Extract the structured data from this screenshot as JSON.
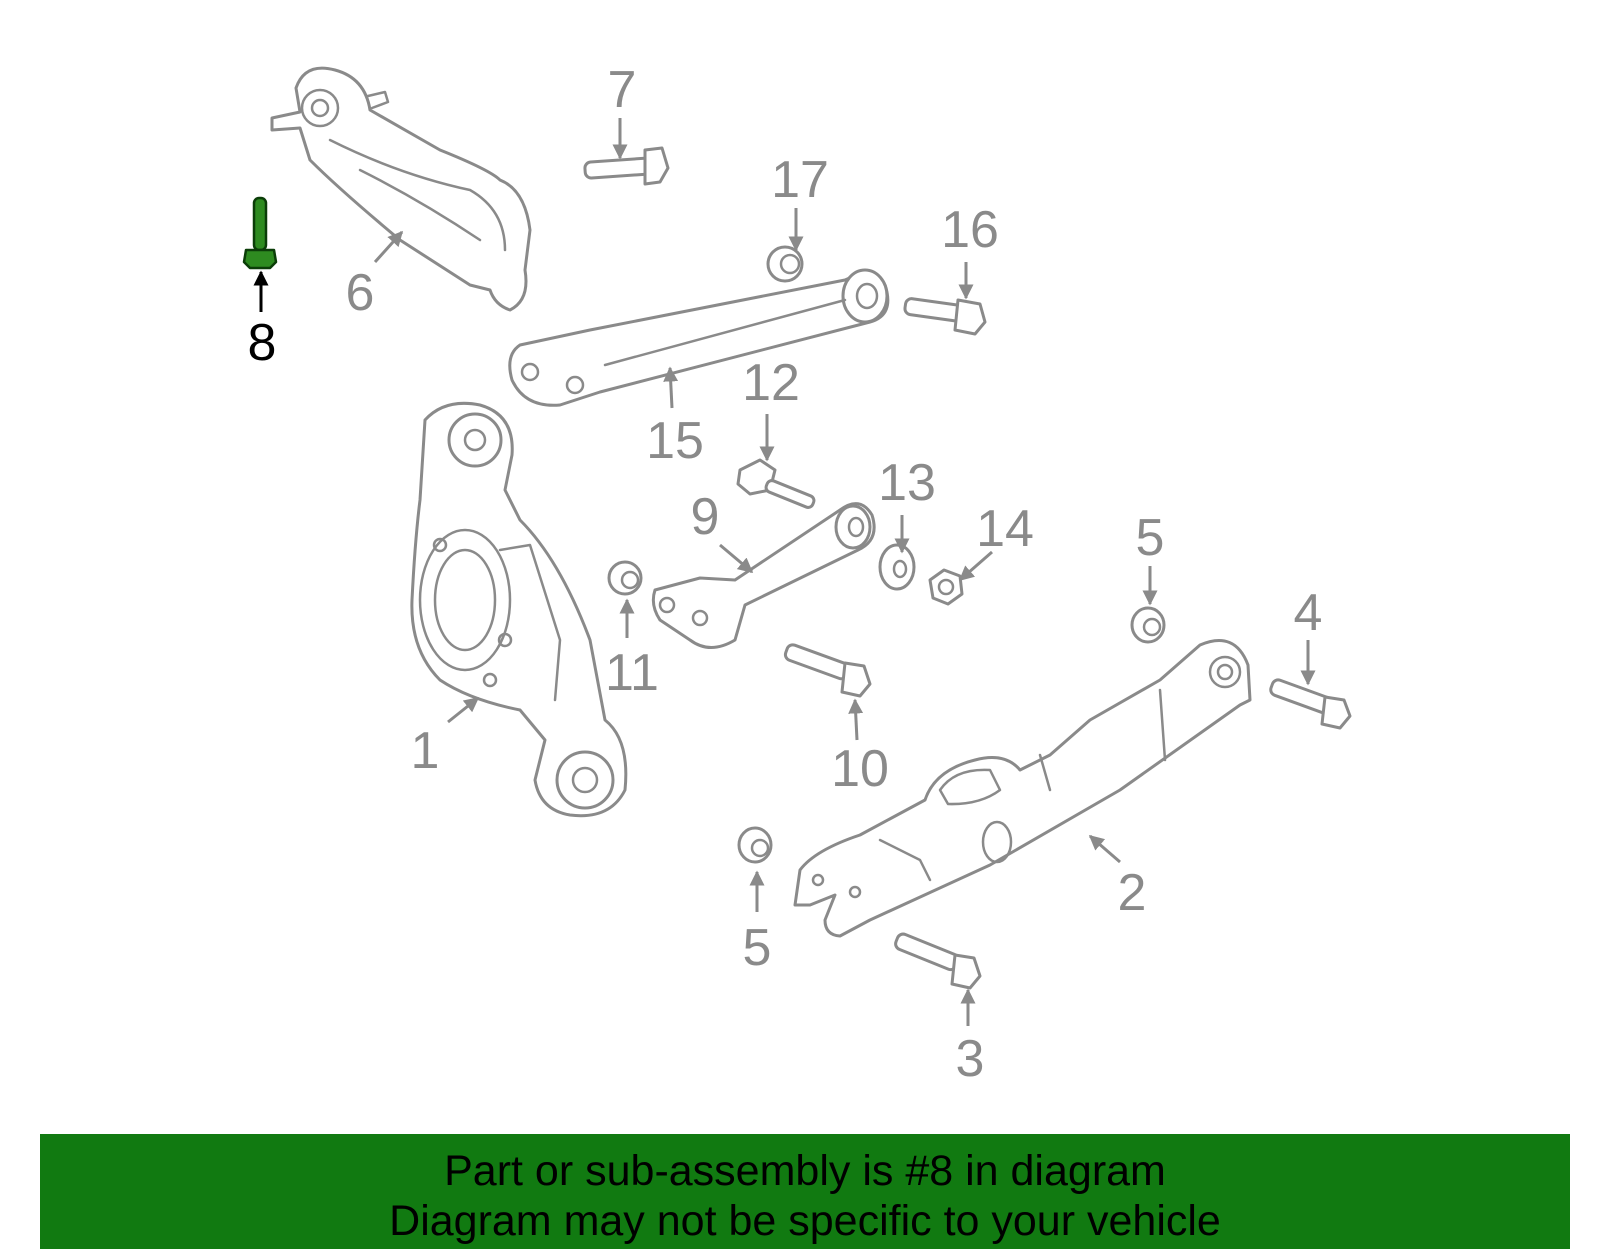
{
  "callouts": {
    "c1": "1",
    "c2": "2",
    "c3": "3",
    "c4": "4",
    "c5a": "5",
    "c5b": "5",
    "c6": "6",
    "c7": "7",
    "c8": "8",
    "c9": "9",
    "c10": "10",
    "c11": "11",
    "c12": "12",
    "c13": "13",
    "c14": "14",
    "c15": "15",
    "c16": "16",
    "c17": "17"
  },
  "highlighted_part": "8",
  "colors": {
    "line_art": "#8a8a8a",
    "highlight_part": "#2e8b20",
    "caption_bar": "#117a11",
    "caption_text": "#000000"
  },
  "caption": {
    "line1": "Part or sub-assembly is #8 in diagram",
    "line2": "Diagram may not be specific to your vehicle"
  }
}
